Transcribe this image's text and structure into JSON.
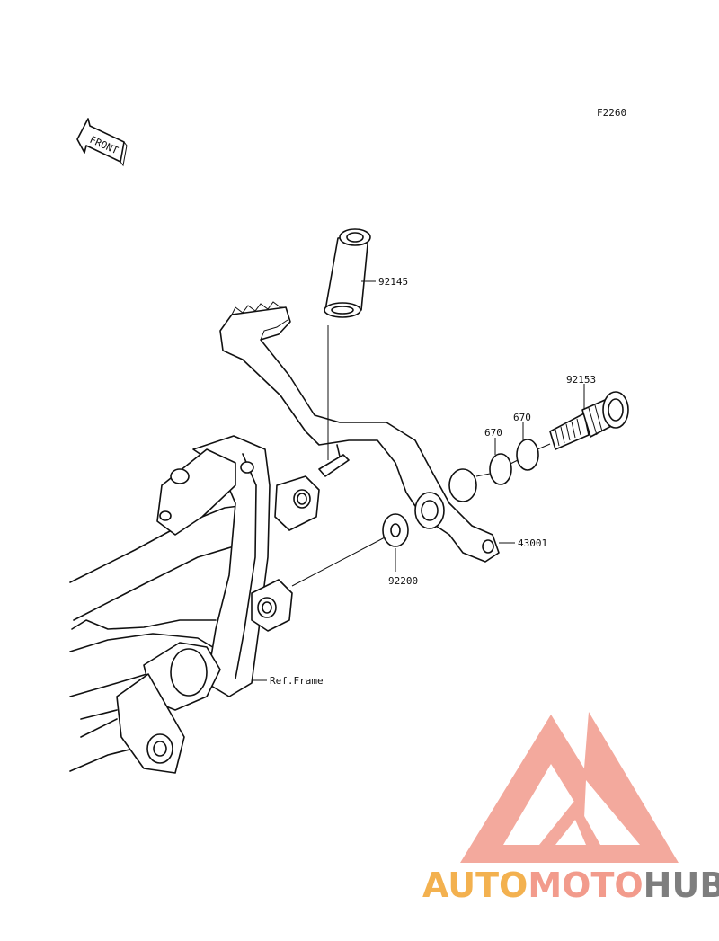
{
  "diagram": {
    "figure_code": "F2260",
    "front_marker": "FRONT",
    "parts": [
      {
        "number": "92145"
      },
      {
        "number": "92153"
      },
      {
        "number": "670"
      },
      {
        "number": "670"
      },
      {
        "number": "43001"
      },
      {
        "number": "92200"
      }
    ],
    "reference_label": "Ref.Frame"
  },
  "watermark": {
    "part1": "AUTO",
    "part2": "MOTO",
    "part3": "HUB",
    "colors": {
      "auto": "#f3b14f",
      "moto": "#f29b8c",
      "hub": "#7e7e7e",
      "logo": "#f29b8c"
    }
  }
}
